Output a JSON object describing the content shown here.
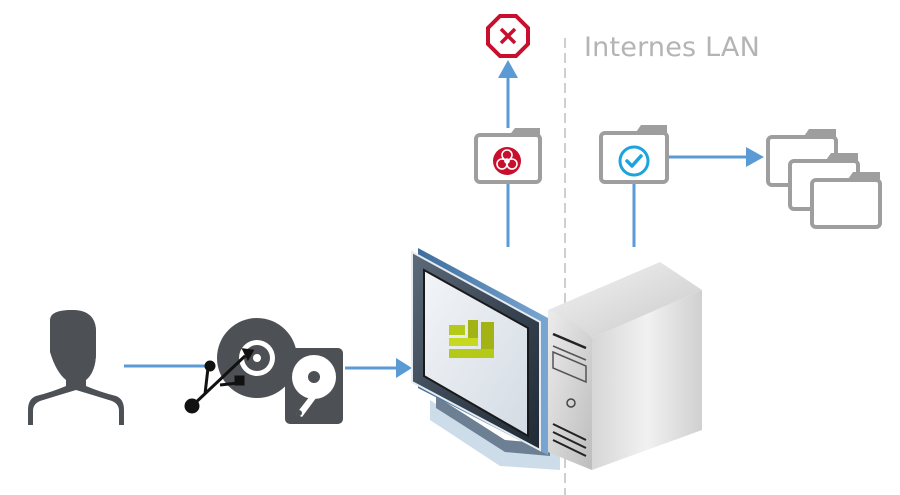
{
  "diagram": {
    "zone_label": "Internes LAN",
    "nodes": [
      {
        "id": "user",
        "icon": "person-icon",
        "label": ""
      },
      {
        "id": "media",
        "icon": "usb-cd-hdd-icon",
        "label": ""
      },
      {
        "id": "kiosk",
        "icon": "kiosk-computer-icon",
        "label": ""
      },
      {
        "id": "infected-file",
        "icon": "biohazard-folder-icon",
        "label": ""
      },
      {
        "id": "blocked",
        "icon": "stop-x-icon",
        "label": ""
      },
      {
        "id": "clean-file",
        "icon": "check-folder-icon",
        "label": ""
      },
      {
        "id": "lan-files",
        "icon": "stacked-folders-icon",
        "label": ""
      }
    ],
    "edges": [
      {
        "from": "user",
        "to": "media"
      },
      {
        "from": "media",
        "to": "kiosk"
      },
      {
        "from": "kiosk",
        "to": "infected-file"
      },
      {
        "from": "infected-file",
        "to": "blocked"
      },
      {
        "from": "kiosk",
        "to": "clean-file"
      },
      {
        "from": "clean-file",
        "to": "lan-files"
      }
    ],
    "colors": {
      "arrow": "#5b9bd5",
      "blocked": "#c8102e",
      "check": "#1ea3dc",
      "folder": "#9e9e9e",
      "icon_dark": "#4d5055",
      "logo": "#b5c918",
      "divider": "#c8c8c8"
    }
  }
}
